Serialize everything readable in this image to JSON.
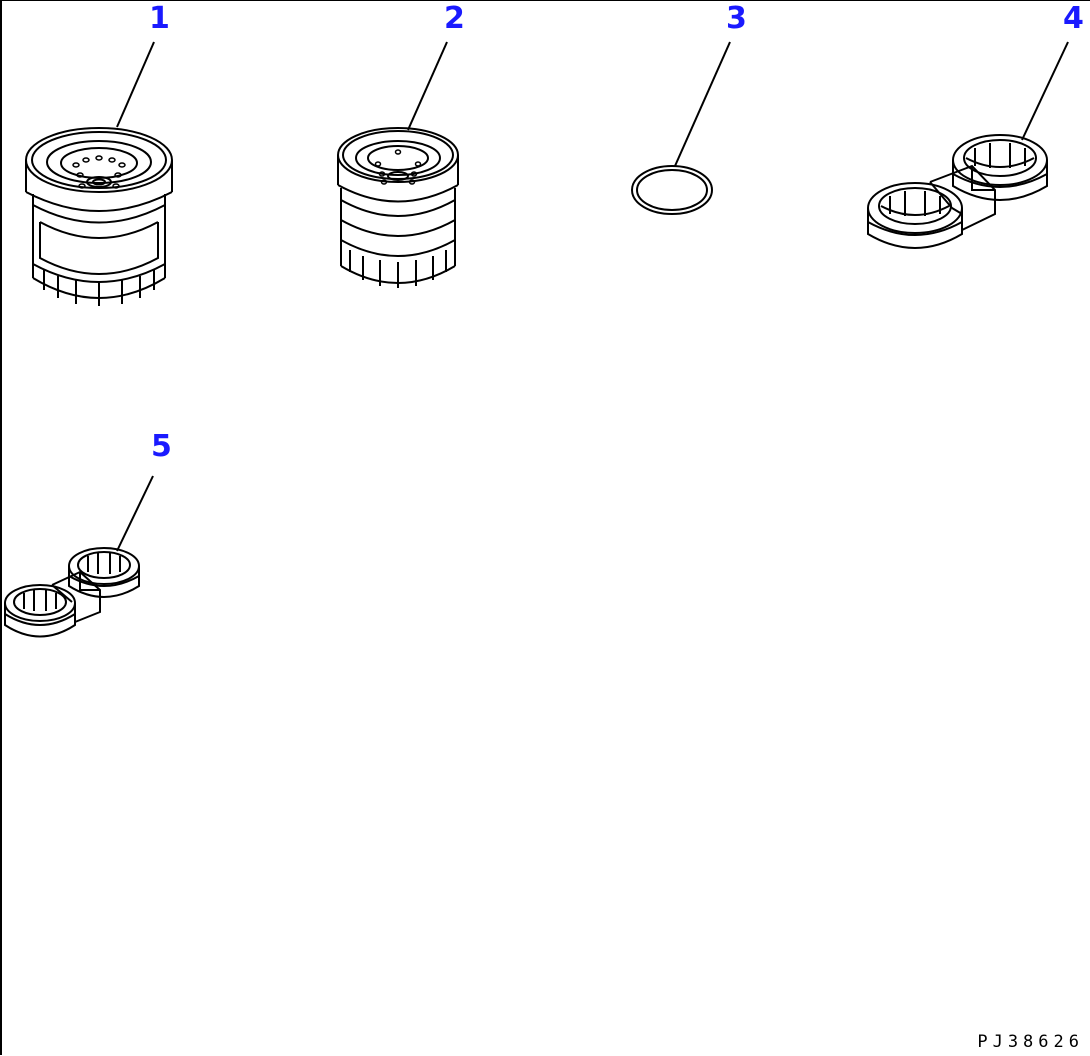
{
  "callouts": [
    "1",
    "2",
    "3",
    "4",
    "5"
  ],
  "drawing_code": "PJ38626",
  "colors": {
    "callout": "#1a1aff",
    "line": "#000000",
    "background": "#ffffff"
  },
  "parts": [
    {
      "callout": "1",
      "icon": "oil-filter-cartridge-icon"
    },
    {
      "callout": "2",
      "icon": "fuel-filter-cartridge-icon"
    },
    {
      "callout": "3",
      "icon": "o-ring-icon"
    },
    {
      "callout": "4",
      "icon": "filter-wrench-large-icon"
    },
    {
      "callout": "5",
      "icon": "filter-wrench-small-icon"
    }
  ]
}
